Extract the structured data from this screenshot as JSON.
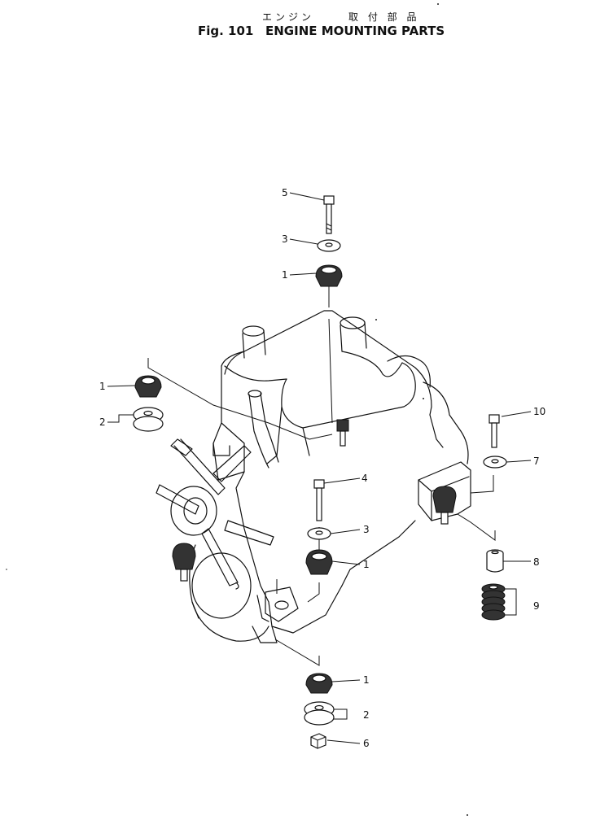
{
  "header": {
    "jp_engine": "エンジン",
    "jp_mounting_parts": "取 付 部 品",
    "fig_label": "Fig. 101",
    "title": "ENGINE MOUNTING PARTS"
  },
  "callouts": [
    {
      "id": "c5-top",
      "number": "5"
    },
    {
      "id": "c3-top",
      "number": "3"
    },
    {
      "id": "c1-top",
      "number": "1"
    },
    {
      "id": "c1-left",
      "number": "1"
    },
    {
      "id": "c2-left",
      "number": "2"
    },
    {
      "id": "c10-right",
      "number": "10"
    },
    {
      "id": "c7-right",
      "number": "7"
    },
    {
      "id": "c4-mid",
      "number": "4"
    },
    {
      "id": "c3-mid",
      "number": "3"
    },
    {
      "id": "c1-mid",
      "number": "1"
    },
    {
      "id": "c8-right",
      "number": "8"
    },
    {
      "id": "c9-right",
      "number": "9"
    },
    {
      "id": "c1-bottom",
      "number": "1"
    },
    {
      "id": "c2-bottom",
      "number": "2"
    },
    {
      "id": "c6-bottom",
      "number": "6"
    }
  ]
}
